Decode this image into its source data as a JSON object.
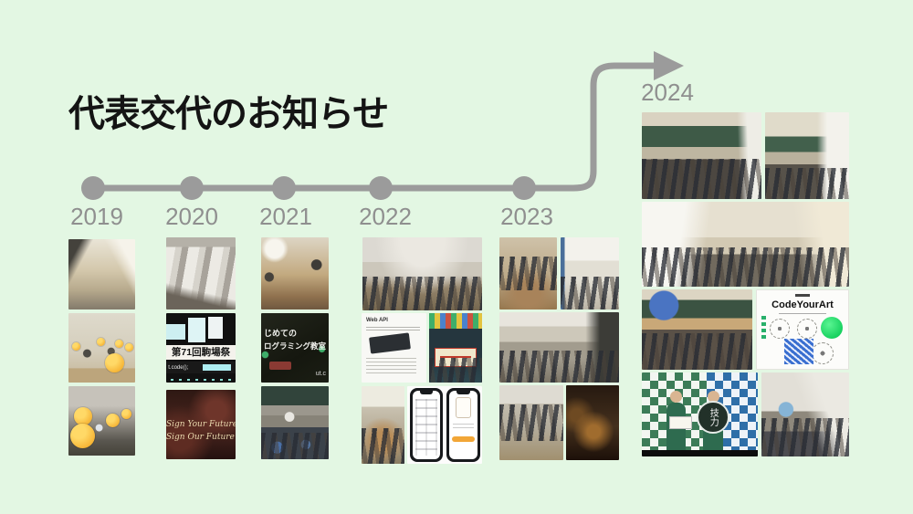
{
  "slide": {
    "title": "代表交代のお知らせ",
    "colors": {
      "background": "#e3f7e3",
      "timeline": "#9b9b9b",
      "year_label": "#8f8f8f",
      "title_text": "#141414",
      "emoji_yellow": "#f7b83a",
      "accent_orange_button": "#f2a637",
      "poster_green": "#14cf5d",
      "poster_blue": "#3a6fd0"
    }
  },
  "timeline": {
    "years": [
      "2019",
      "2020",
      "2021",
      "2022",
      "2023"
    ],
    "arrow_year": "2024"
  },
  "photo_text": {
    "festival_banner": "第71回駒場祭",
    "festival_logo": "t.code();",
    "film_line1": "Sign Your Future",
    "film_line2": "Sign Our Future",
    "class_line1": "じめての",
    "class_line2": "ログラミング教室",
    "class_logo": "ut.c",
    "doc_heading": "Web API",
    "poster_title": "CodeYourArt",
    "award_sign": "技力"
  },
  "photo_descriptions": {
    "2019": [
      "club room with whiteboard and glass doors",
      "meeting room, faces covered with emoji",
      "members at laptops, faces covered with emoji"
    ],
    "2020": [
      "classroom with taped X marks on desks",
      "71st Komaba Festival online stream",
      "dark movie frame with script lettering"
    ],
    "2021": [
      "workshop room with projector screen",
      "beginner programming class dark banner",
      "lecture hall with chalkboard and monitors"
    ],
    "2022": [
      "large hall meetup with round tables",
      "Web API handout page with code block",
      "award stage with pennant flags and banner",
      "team working around a table",
      "two smartphone app mockups, orange button"
    ],
    "2023": [
      "members building at a table",
      "bright room group work with blue pillar",
      "lecture room with rows of desks",
      "group photo in club room",
      "celebration dinner at izakaya"
    ],
    "2024": [
      "large lecture hall with green chalkboard",
      "classroom with projector screen",
      "class with many raised hands",
      "classroom with blue projected slide",
      "CodeYourArt generative-art poster",
      "two members in green shirts with round award sign",
      "classroom demo with colorful screen"
    ]
  }
}
